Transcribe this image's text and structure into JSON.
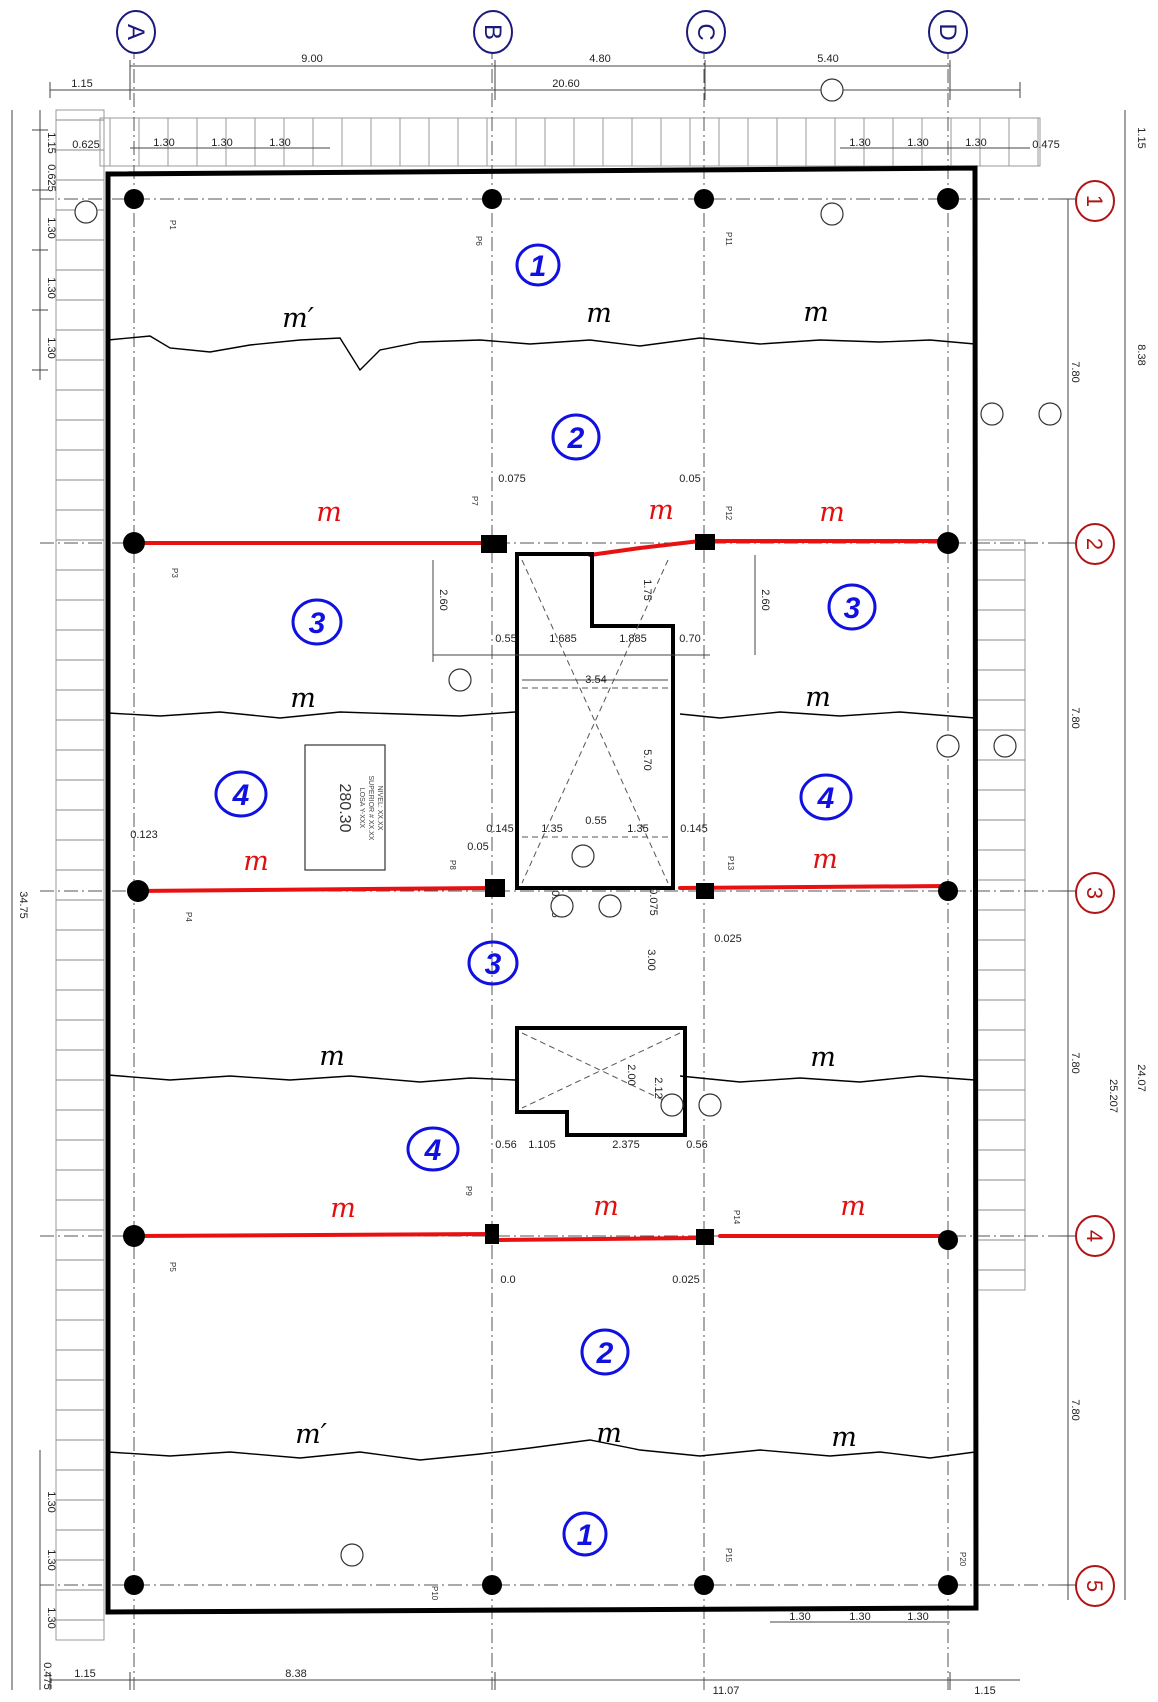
{
  "grid_letters": [
    "A",
    "B",
    "C",
    "D"
  ],
  "grid_numbers": [
    "1",
    "2",
    "3",
    "4",
    "5"
  ],
  "top_dimensions": {
    "ab": "9.00",
    "bc": "4.80",
    "cd": "5.40",
    "total": "20.60",
    "left_margin": "1.15",
    "offset_left": "0.625",
    "offset_right": "0.475"
  },
  "top_small_dims": [
    "1.30",
    "1.30",
    "1.30",
    "1.30",
    "1.30",
    "1.30"
  ],
  "right_outer_dims": {
    "top": "1.15",
    "upper": "8.38",
    "span": "24.07",
    "inner": "25.207"
  },
  "right_span_dims": [
    "7.80",
    "7.80",
    "7.80",
    "7.80"
  ],
  "left_dims": {
    "total": "34.75",
    "top_a": "1.15",
    "top_b": "0.625",
    "steps": [
      "1.30",
      "1.30",
      "1.30"
    ],
    "bottom_steps": [
      "1.30",
      "1.30",
      "1.30"
    ]
  },
  "bottom_dims": {
    "left_margin": "1.15",
    "left_span": "8.38",
    "right_span": "11.07",
    "right_margin": "1.15",
    "corner": "0.475",
    "small": [
      "1.30",
      "1.30",
      "1.30"
    ]
  },
  "panel_labels": [
    {
      "id": "p1a",
      "text": "1"
    },
    {
      "id": "p2a",
      "text": "2"
    },
    {
      "id": "p3a",
      "text": "3"
    },
    {
      "id": "p3b",
      "text": "3"
    },
    {
      "id": "p4a",
      "text": "4"
    },
    {
      "id": "p4b",
      "text": "4"
    },
    {
      "id": "p3c",
      "text": "3"
    },
    {
      "id": "p4c",
      "text": "4"
    },
    {
      "id": "p2b",
      "text": "2"
    },
    {
      "id": "p1b",
      "text": "1"
    }
  ],
  "moment_labels_black": [
    "m′",
    "m",
    "m",
    "m",
    "m",
    "m",
    "m",
    "m′",
    "m",
    "m"
  ],
  "moment_labels_red": [
    "m",
    "m",
    "m",
    "m",
    "m",
    "m",
    "m",
    "m"
  ],
  "core_dims": {
    "w_top": "1.685",
    "w_top2": "1.885",
    "inner_w": "3.54",
    "h1": "1.75",
    "h2": "5.70",
    "left_off": "0.55",
    "right_off": "0.70",
    "bot_a": "1.35",
    "bot_b": "0.55",
    "bot_c": "1.35",
    "edge_l": "0.145",
    "edge_r": "0.145",
    "gap": "0.075",
    "gap2": "0.05",
    "h_left": "2.60",
    "h_right": "2.60",
    "corr": "3.00",
    "d1": "0.025",
    "d2": "0.075"
  },
  "lower_core_dims": {
    "h": "2.00",
    "h2": "2.12",
    "w1": "1.105",
    "w2": "2.375",
    "e1": "0.56",
    "e2": "0.56",
    "e3": "0.025",
    "e4": "0.0"
  },
  "column_tags": [
    "P1",
    "P6",
    "P11",
    "P7",
    "P12",
    "P3",
    "P8",
    "P13",
    "P4",
    "P9",
    "P14",
    "P5",
    "P10",
    "P15",
    "P20"
  ],
  "stamp": {
    "title": "280.30",
    "lines": [
      "LOSA Y-XXX",
      "SUPERIOR # XX.XX",
      "NIVEL: XX.XX"
    ]
  },
  "colors": {
    "frame": "#000000",
    "red_line": "#e81010",
    "blue_label": "#1010e0",
    "grid_letter": "#1a1a7a",
    "grid_number": "#b01414"
  }
}
